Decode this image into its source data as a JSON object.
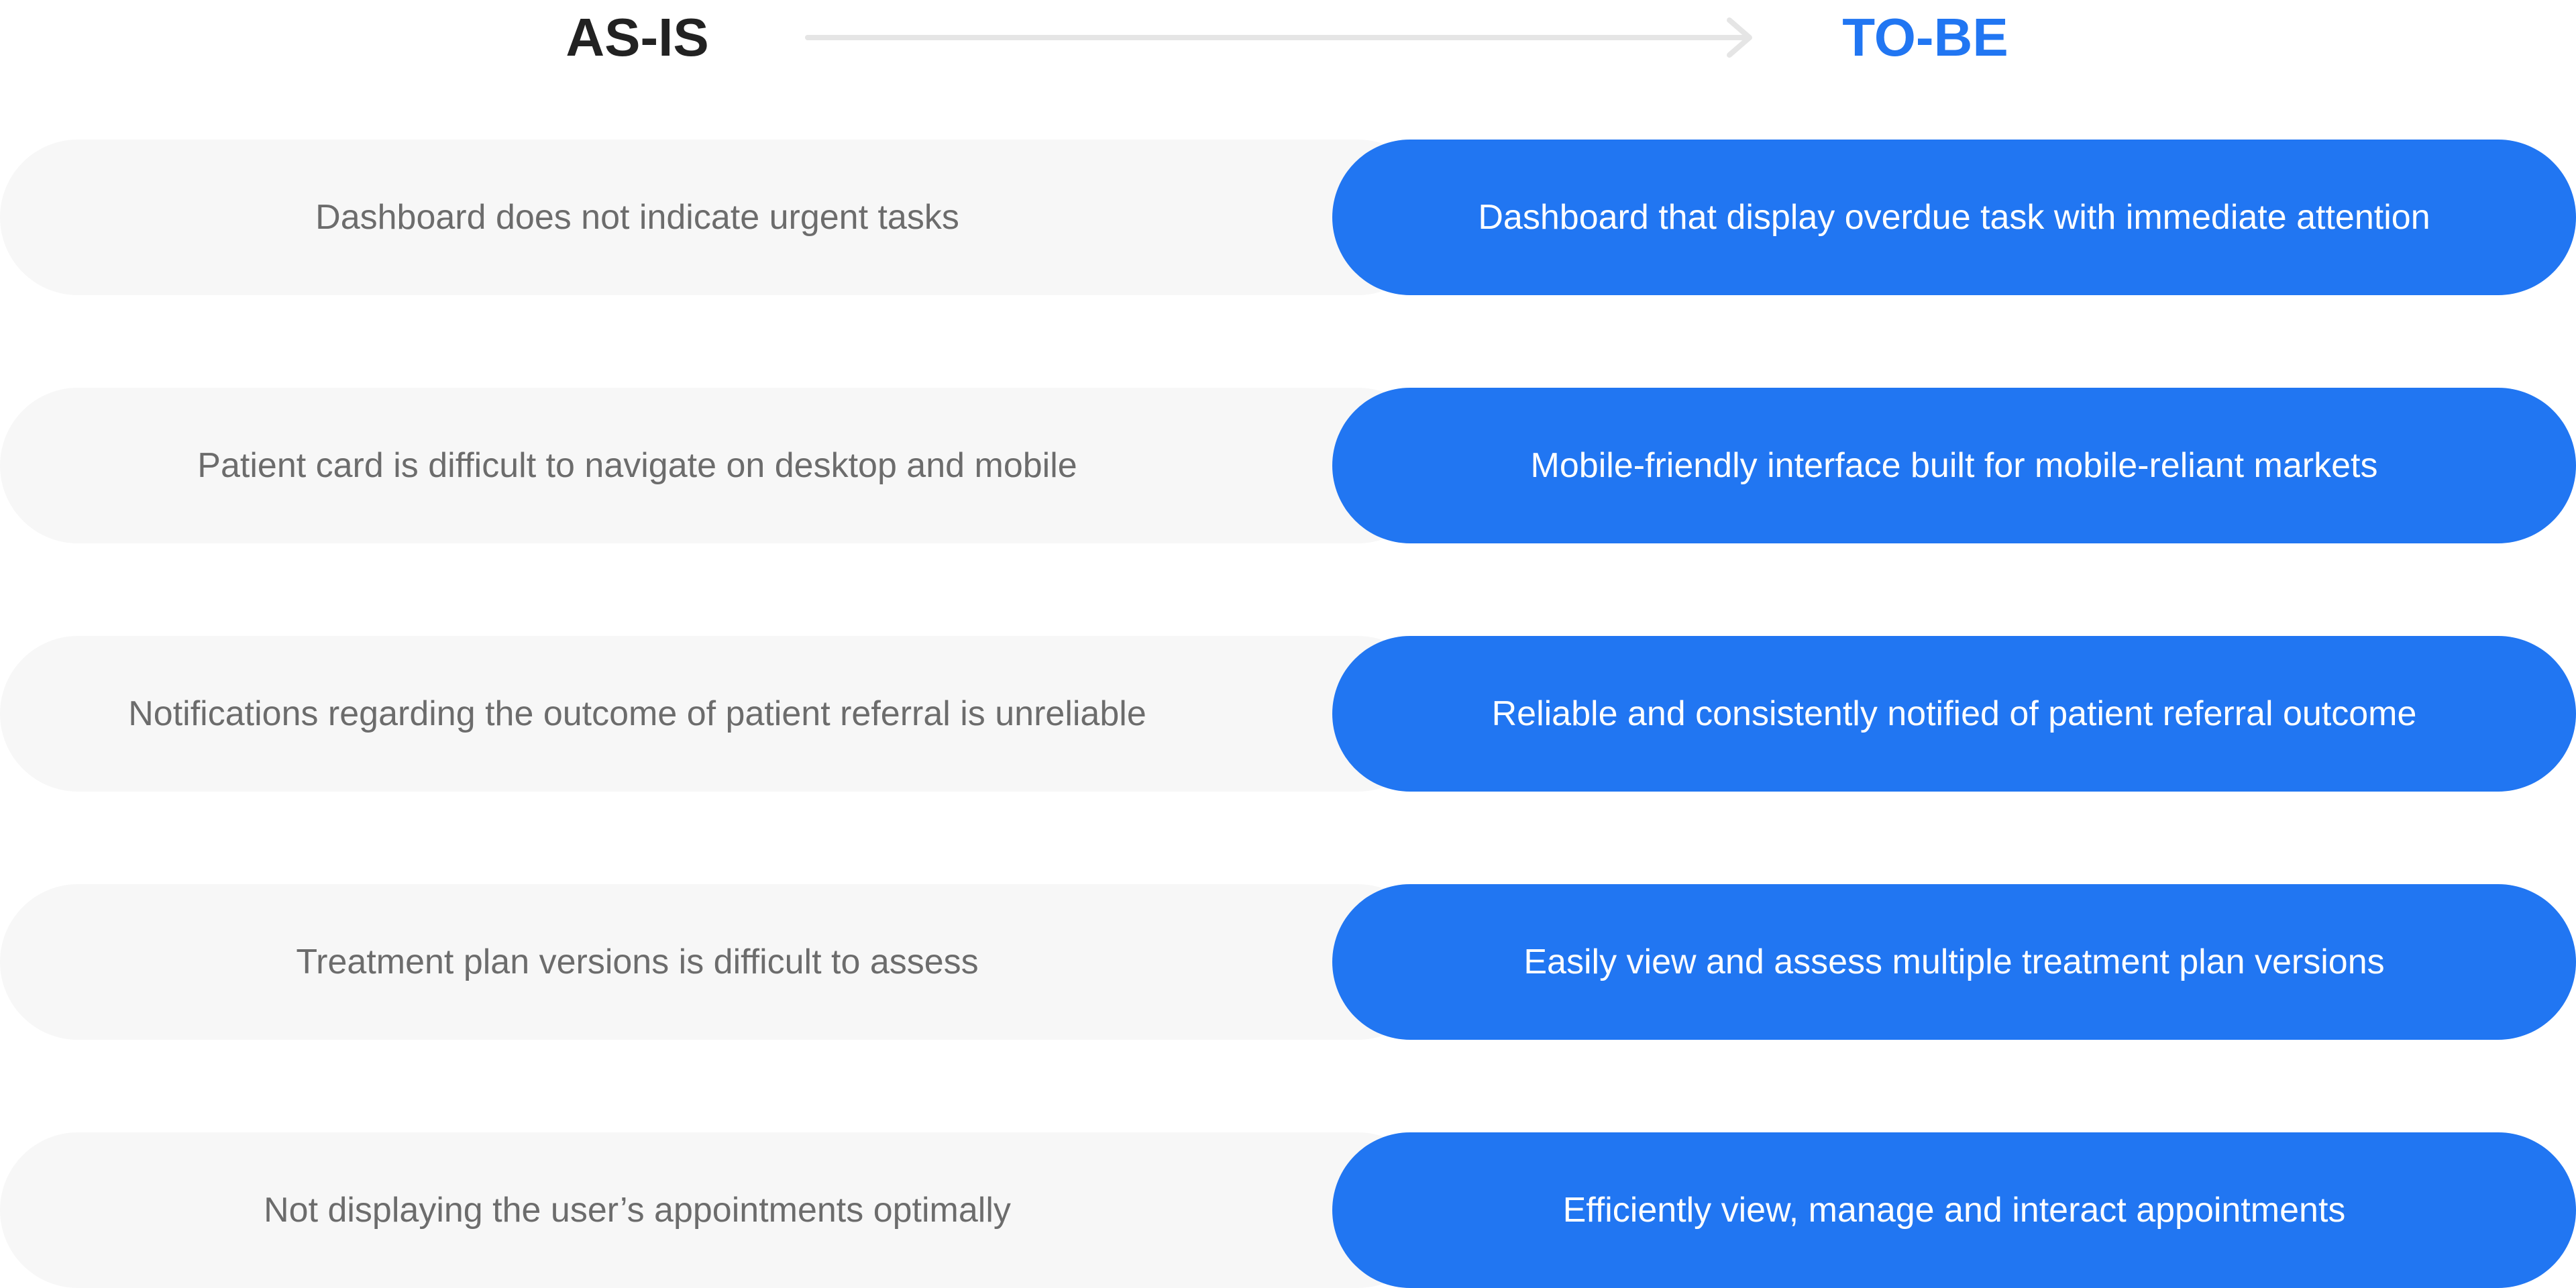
{
  "header": {
    "as_is_label": "AS-IS",
    "to_be_label": "TO-BE",
    "arrow_icon": "arrow-right-icon"
  },
  "colors": {
    "accent": "#2176f2",
    "as_is_background": "#f7f7f7",
    "as_is_text": "#6c6c6c",
    "heading_dark": "#222222",
    "arrow": "#e5e5e5"
  },
  "rows": [
    {
      "as_is": "Dashboard does not indicate urgent tasks",
      "to_be": "Dashboard that display overdue task with immediate attention"
    },
    {
      "as_is": "Patient card is difficult to navigate on desktop and mobile",
      "to_be": "Mobile-friendly interface built for mobile-reliant markets"
    },
    {
      "as_is": "Notifications regarding the outcome of patient referral is unreliable",
      "to_be": "Reliable and consistently notified of patient referral outcome"
    },
    {
      "as_is": "Treatment plan versions is difficult to assess",
      "to_be": "Easily view and assess multiple treatment plan versions"
    },
    {
      "as_is": "Not displaying the user’s appointments optimally",
      "to_be": "Efficiently view, manage and interact appointments"
    }
  ]
}
